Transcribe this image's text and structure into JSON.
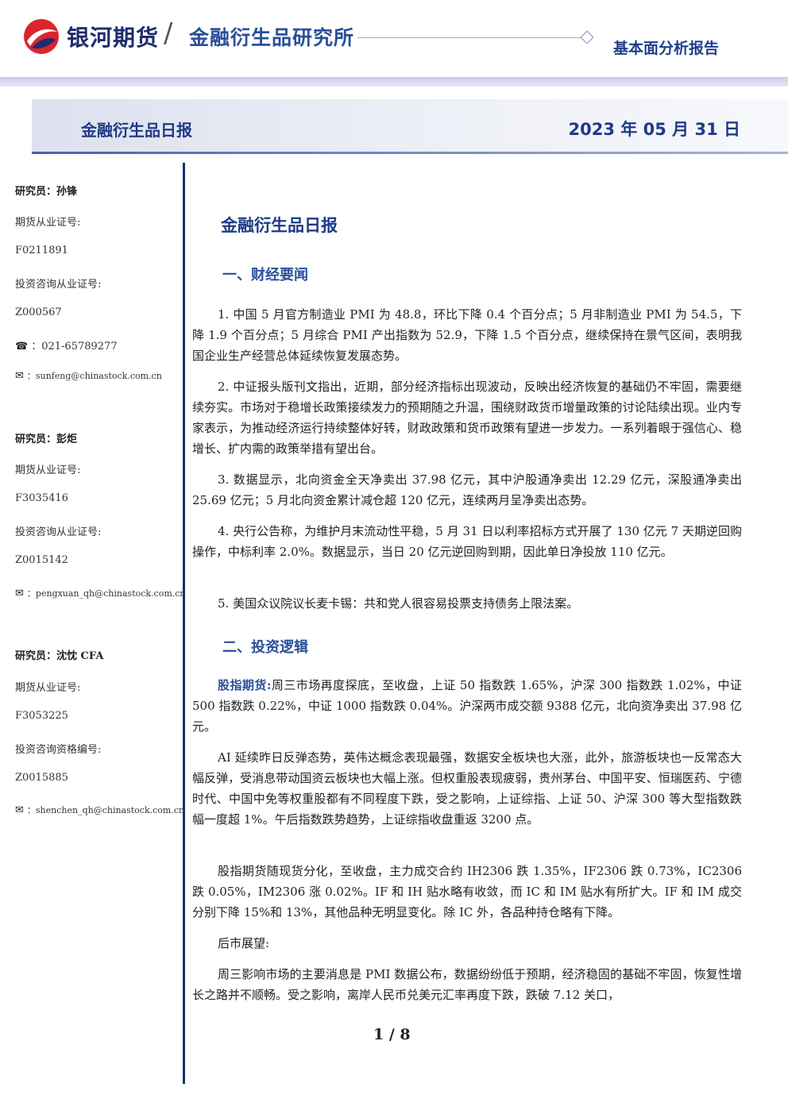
{
  "header": {
    "brand": "银河期货",
    "institute": "金融衍生品研究所",
    "report_type": "基本面分析报告",
    "banner_title": "金融衍生品日报",
    "banner_date": "2023 年 05 月 31 日"
  },
  "sidebar": {
    "researchers": [
      {
        "name": "研究员：孙锋",
        "futures_label": "期货从业证号:",
        "futures_id": "F0211891",
        "consult_label": "投资咨询从业证号:",
        "consult_id": "Z000567",
        "phone": "021-65789277",
        "email": "sunfeng@chinastock.com.cn"
      },
      {
        "name": "研究员：彭炬",
        "futures_label": "期货从业证号:",
        "futures_id": "F3035416",
        "consult_label": "投资咨询从业证号:",
        "consult_id": "Z0015142",
        "email": "pengxuan_qh@chinastock.com.cn"
      },
      {
        "name": "研究员：沈忱 CFA",
        "futures_label": "期货从业证号:",
        "futures_id": "F3053225",
        "consult_label": "投资咨询资格编号:",
        "consult_id": "Z0015885",
        "email": "shenchen_qh@chinastock.com.cn"
      }
    ],
    "icons": {
      "phone": "☎",
      "email": "✉"
    }
  },
  "content": {
    "title": "金融衍生品日报",
    "section1": "一、财经要闻",
    "news": [
      "1. 中国 5 月官方制造业 PMI 为 48.8，环比下降 0.4 个百分点；5 月非制造业 PMI 为 54.5，下降 1.9 个百分点；5 月综合 PMI 产出指数为 52.9，下降 1.5 个百分点，继续保持在景气区间，表明我国企业生产经营总体延续恢复发展态势。",
      "2. 中证报头版刊文指出，近期，部分经济指标出现波动，反映出经济恢复的基础仍不牢固，需要继续夯实。市场对于稳增长政策接续发力的预期随之升温，围绕财政货币增量政策的讨论陆续出现。业内专家表示，为推动经济运行持续整体好转，财政政策和货币政策有望进一步发力。一系列着眼于强信心、稳增长、扩内需的政策举措有望出台。",
      "3. 数据显示，北向资金全天净卖出 37.98 亿元，其中沪股通净卖出 12.29 亿元，深股通净卖出 25.69 亿元；5 月北向资金累计减仓超 120 亿元，连续两月呈净卖出态势。",
      "4. 央行公告称，为维护月末流动性平稳，5 月 31 日以利率招标方式开展了 130 亿元 7 天期逆回购操作，中标利率 2.0%。数据显示，当日 20 亿元逆回购到期，因此单日净投放 110 亿元。",
      "5. 美国众议院议长麦卡锡：共和党人很容易投票支持债务上限法案。"
    ],
    "section2": "二、投资逻辑",
    "logic_lead": "股指期货:",
    "logic": [
      "周三市场再度探底，至收盘，上证 50 指数跌 1.65%，沪深 300 指数跌 1.02%，中证 500 指数跌 0.22%，中证 1000 指数跌 0.04%。沪深两市成交额 9388 亿元，北向资净卖出 37.98 亿元。",
      "AI 延续昨日反弹态势，英伟达概念表现最强，数据安全板块也大涨，此外，旅游板块也一反常态大幅反弹，受消息带动国资云板块也大幅上涨。但权重股表现疲弱，贵州茅台、中国平安、恒瑞医药、宁德时代、中国中免等权重股都有不同程度下跌，受之影响，上证综指、上证 50、沪深 300 等大型指数跌幅一度超 1%。午后指数跌势趋势，上证综指收盘重返 3200 点。",
      "股指期货随现货分化，至收盘，主力成交合约 IH2306 跌 1.35%，IF2306 跌 0.73%，IC2306 跌 0.05%，IM2306 涨 0.02%。IF 和 IH 贴水略有收敛，而 IC 和 IM 贴水有所扩大。IF 和 IM 成交分别下降 15%和 13%，其他品种无明显变化。除 IC 外，各品种持仓略有下降。",
      "后市展望:",
      "周三影响市场的主要消息是 PMI 数据公布，数据纷纷低于预期，经济稳固的基础不牢固，恢复性增长之路并不顺畅。受之影响，离岸人民币兑美元汇率再度下跌，跌破 7.12 关口，"
    ],
    "page": "1 / 8"
  }
}
